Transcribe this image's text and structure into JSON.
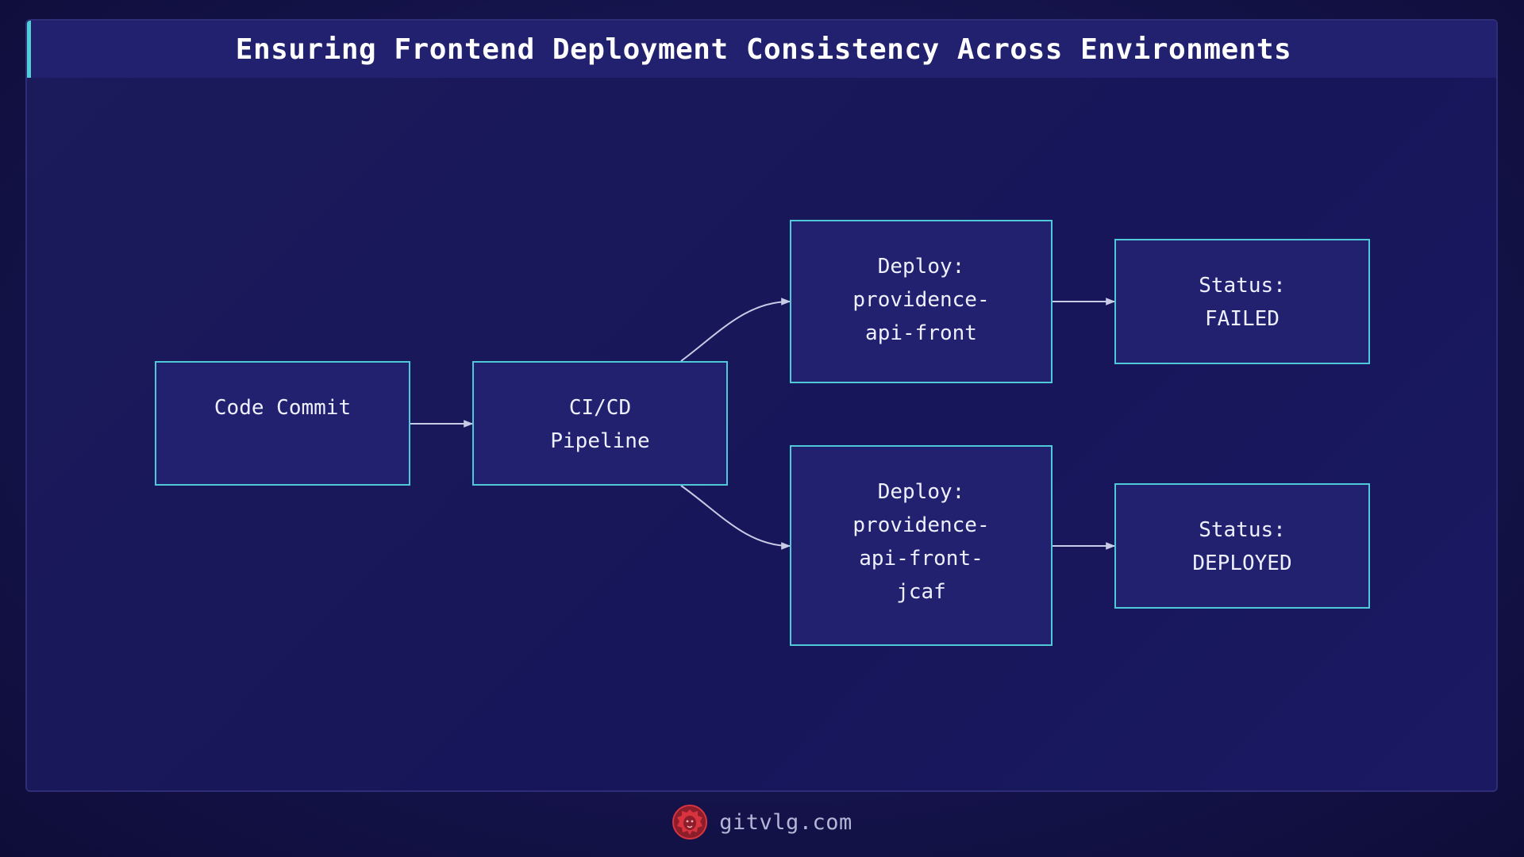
{
  "title": "Ensuring Frontend Deployment Consistency Across Environments",
  "nodes": [
    {
      "id": "code-commit",
      "label": "Code Commit"
    },
    {
      "id": "ci-cd-pipeline",
      "label": "CI/CD\nPipeline"
    },
    {
      "id": "deploy-providence-api-front",
      "label": "Deploy:\nprovidence-\napi-front"
    },
    {
      "id": "deploy-providence-api-front-jcaf",
      "label": "Deploy:\nprovidence-\napi-front-\njcaf"
    },
    {
      "id": "status-failed",
      "label": "Status:\n FAILED"
    },
    {
      "id": "status-deployed",
      "label": "Status:\nDEPLOYED"
    }
  ],
  "edges": [
    {
      "from": "code-commit",
      "to": "ci-cd-pipeline"
    },
    {
      "from": "ci-cd-pipeline",
      "to": "deploy-providence-api-front"
    },
    {
      "from": "ci-cd-pipeline",
      "to": "deploy-providence-api-front-jcaf"
    },
    {
      "from": "deploy-providence-api-front",
      "to": "status-failed"
    },
    {
      "from": "deploy-providence-api-front-jcaf",
      "to": "status-deployed"
    }
  ],
  "footer": {
    "brand": "gitvlg.com",
    "logo_icon": "lion-head-icon"
  },
  "colors": {
    "accent": "#4fd0d6",
    "node_fill": "#22216f",
    "node_border": "#4fc8d8",
    "edge": "#c9cbe6",
    "logo": "#d9333f"
  }
}
